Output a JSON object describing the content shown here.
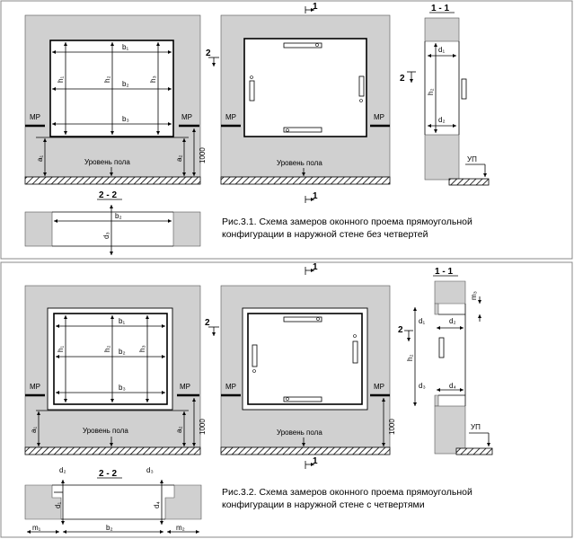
{
  "fig1": {
    "caption_line1": "Рис.3.1. Схема замеров оконного проема прямоугольной",
    "caption_line2": "конфигурации в наружной стене без четвертей",
    "mp": "МР",
    "floor": "Уровень пола",
    "up": "УП",
    "h1000": "1000",
    "sec11": "1 - 1",
    "sec22": "2 - 2",
    "cut1": "1",
    "cut2": "2",
    "b1": "b₁",
    "b2": "b₂",
    "b3": "b₃",
    "h1": "h₁",
    "h2": "h₂",
    "h3": "h₃",
    "a1": "a₁",
    "a2": "a₂",
    "d1": "d₁",
    "d2": "d₂",
    "d3": "d₃"
  },
  "fig2": {
    "caption_line1": "Рис.3.2. Схема замеров оконного проема прямоугольной",
    "caption_line2": "конфигурации в наружной стене с четвертями",
    "mp": "МР",
    "floor": "Уровень пола",
    "up": "УП",
    "h1000": "1000",
    "sec11": "1 - 1",
    "sec22": "2 - 2",
    "cut1": "1",
    "cut2": "2",
    "b1": "b₁",
    "b2": "b₂",
    "b3": "b₃",
    "h1": "h₁",
    "h2": "h₂",
    "h3": "h₃",
    "a1": "a₁",
    "a2": "a₂",
    "d1": "d₁",
    "d2": "d₂",
    "d3": "d₃",
    "d4": "d₄",
    "m1": "m₁",
    "m2": "m₂",
    "m3": "m₃"
  }
}
